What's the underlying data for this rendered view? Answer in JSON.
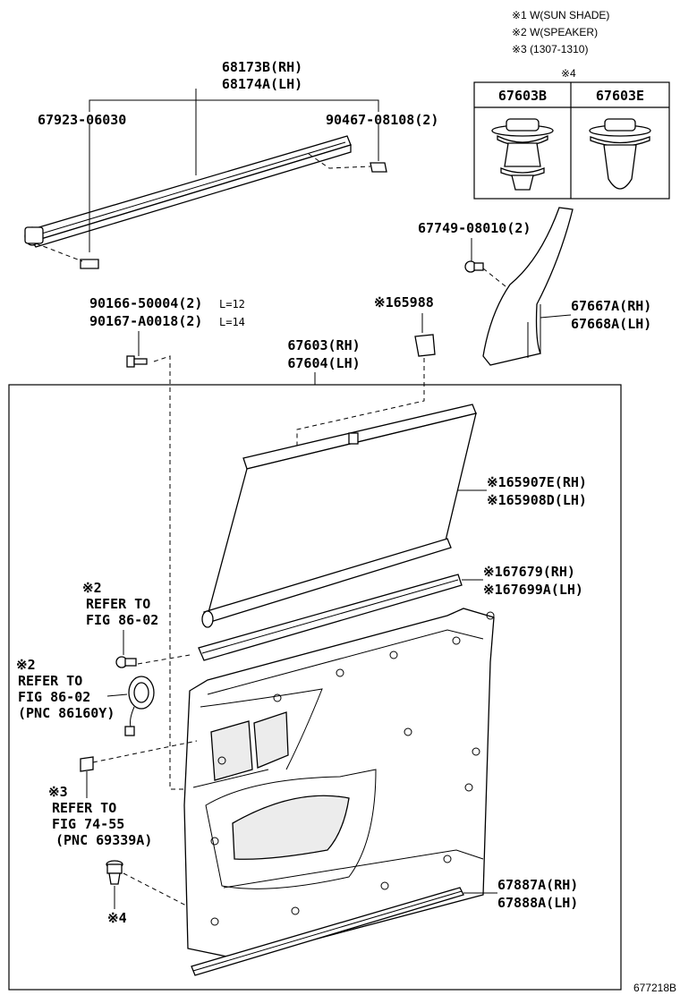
{
  "notes": {
    "n1": "※1 W(SUN SHADE)",
    "n2": "※2 W(SPEAKER)",
    "n3": "※3 (1307-1310)",
    "n4": "※4"
  },
  "clip_table": {
    "col1": "67603B",
    "col2": "67603E"
  },
  "labels": {
    "belt_rh": "68173B(RH)",
    "belt_lh": "68174A(LH)",
    "clip_left": "67923-06030",
    "clip_right": "90467-08108(2)",
    "screw_a": "67749-08010(2)",
    "garnish_rh": "67667A(RH)",
    "garnish_lh": "67668A(LH)",
    "bolt_1": "90166-50004(2)",
    "bolt_1_len": "L=12",
    "bolt_2": "90167-A0018(2)",
    "bolt_2_len": "L=14",
    "shade_clip": "※165988",
    "panel_rh": "67603(RH)",
    "panel_lh": "67604(LH)",
    "shade_rh": "※165907E(RH)",
    "shade_lh": "※165908D(LH)",
    "seal_rh": "※167679(RH)",
    "seal_lh": "※167699A(LH)",
    "ref1_mark": "※2",
    "ref1_a": "REFER TO",
    "ref1_b": "FIG 86-02",
    "ref2_mark": "※2",
    "ref2_a": "REFER TO",
    "ref2_b": "FIG 86-02",
    "ref2_c": "(PNC 86160Y)",
    "ref3_mark": "※3",
    "ref3_a": "REFER TO",
    "ref3_b": "FIG 74-55",
    "ref3_c": "(PNC 69339A)",
    "lower_rh": "67887A(RH)",
    "lower_lh": "67888A(LH)",
    "clip_mark": "※4",
    "diagram_code": "677218B"
  }
}
